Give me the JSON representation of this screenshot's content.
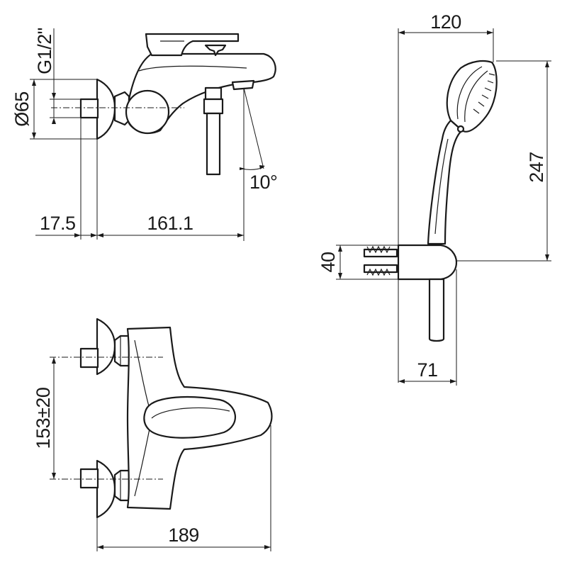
{
  "dimensions": {
    "thread": "G1/2\"",
    "diameter": "Ø65",
    "offset": "17.5",
    "spout_reach": "161.1",
    "spout_angle": "10°",
    "inlet_spacing": "153±20",
    "overall_width": "189",
    "shower_width": "120",
    "shower_height": "247",
    "holder_height": "40",
    "holder_depth": "71"
  }
}
